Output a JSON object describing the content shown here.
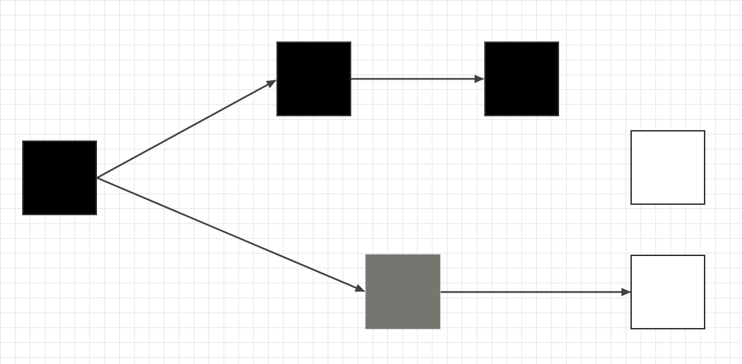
{
  "colors": {
    "black_node": "#000000",
    "gray_node": "#767570",
    "white_node": "#ffffff",
    "node_border": "#333333",
    "edge": "#404040",
    "grid": "#e6e6e6"
  },
  "nodes": [
    {
      "id": "root",
      "fill": "black"
    },
    {
      "id": "top-middle",
      "fill": "black"
    },
    {
      "id": "top-right",
      "fill": "black"
    },
    {
      "id": "middle-right",
      "fill": "white"
    },
    {
      "id": "bottom-middle",
      "fill": "gray"
    },
    {
      "id": "bottom-right",
      "fill": "white"
    }
  ],
  "edges": [
    {
      "from": "root",
      "to": "top-middle"
    },
    {
      "from": "top-middle",
      "to": "top-right"
    },
    {
      "from": "root",
      "to": "bottom-middle"
    },
    {
      "from": "bottom-middle",
      "to": "bottom-right"
    }
  ]
}
